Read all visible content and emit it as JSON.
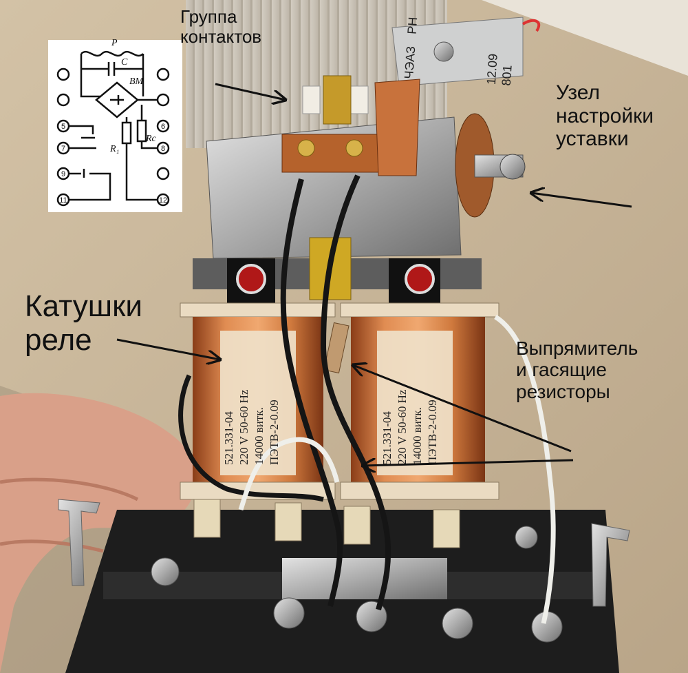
{
  "labels": {
    "contact_group": "Группа\nконтактов",
    "setpoint_unit": "Узел\nнастройки\nуставки",
    "relay_coils": "Катушки\nреле",
    "rectifier_resistors": "Выпрямитель\nи гасящие\nрезисторы"
  },
  "schematic": {
    "p": "P",
    "c": "C",
    "vm": "BM",
    "r1": "R₁",
    "rc": "Rc",
    "pins": [
      "5",
      "6",
      "7",
      "8",
      "9",
      "11",
      "12"
    ]
  },
  "coil_text": {
    "line1": "521.331-04",
    "line2": "220 V 50-60 Hz",
    "line3": "14000 витк.",
    "line4": "ПЭТВ-2-0.09"
  },
  "nameplate": {
    "brand": "ЧЭАЗ",
    "model": "РН",
    "date": "12.09",
    "num": "801"
  },
  "colors": {
    "background": "#c7b59a",
    "copper": "#c8723c",
    "arrow": "#111111"
  }
}
